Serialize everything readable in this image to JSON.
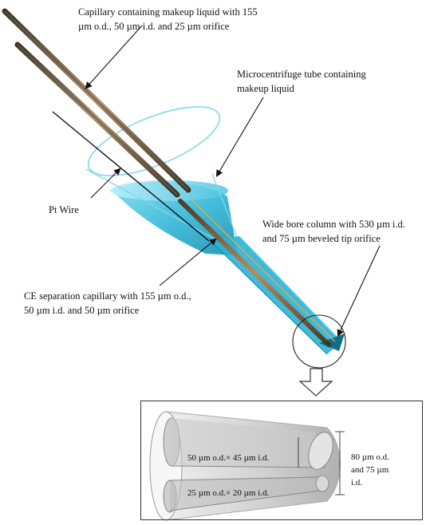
{
  "labels": {
    "makeup_capillary": [
      "Capillary containing makeup liquid with 155",
      "µm o.d., 50 µm i.d. and 25 µm orifice"
    ],
    "microcentrifuge": [
      "Microcentrifuge tube containing",
      "makeup liquid"
    ],
    "pt_wire": "Pt Wire",
    "wide_bore": [
      "Wide bore column with 530 µm i.d.",
      "and 75 µm beveled tip orifice"
    ],
    "ce_capillary": [
      "CE separation capillary with 155 µm o.d.,",
      "50 µm i.d. and 50 µm orifice"
    ]
  },
  "inset": {
    "upper_channel": "50 µm o.d.× 45 µm i.d.",
    "lower_channel": "25 µm o.d.× 20 µm i.d.",
    "dimension": [
      "80 µm o.d.",
      "and 75 µm",
      "i.d."
    ]
  },
  "colors": {
    "liquid": "#3fc0dc",
    "liquid_dark": "#1796b4",
    "tube_outline": "#7fd7ec",
    "capillary": "#8a5a2a"
  }
}
